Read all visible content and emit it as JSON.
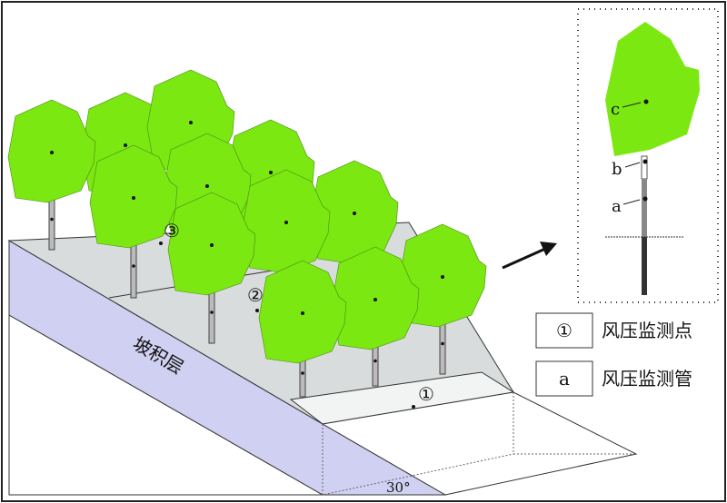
{
  "labels": {
    "layer": "坡积层",
    "angle": "30°",
    "point1": "①",
    "point2": "②",
    "point3": "③",
    "inset_c": "c",
    "inset_b": "b",
    "inset_a": "a"
  },
  "legend": [
    {
      "symbol": "①",
      "text": "风压监测点"
    },
    {
      "symbol": "a",
      "text": "风压监测管"
    }
  ],
  "colors": {
    "crown": "#7be812",
    "layer": "#d0d0f2",
    "surface": "#d9dcdc",
    "strip": "#f2f3f3"
  }
}
